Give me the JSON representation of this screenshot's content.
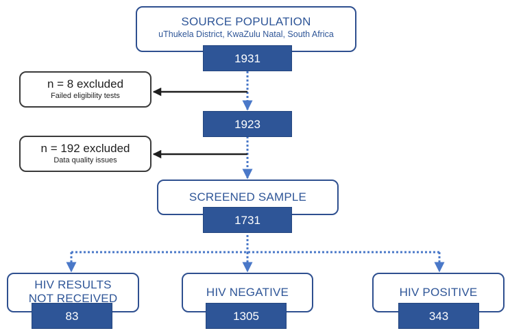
{
  "source": {
    "title": "SOURCE POPULATION",
    "subtitle": "uThukela District, KwaZulu Natal, South Africa",
    "count": "1931"
  },
  "exclusion_1": {
    "main": "n = 8 excluded",
    "note": "Failed eligibility tests"
  },
  "after_eligibility": {
    "count": "1923"
  },
  "exclusion_2": {
    "main": "n = 192 excluded",
    "note": "Data quality issues"
  },
  "screened": {
    "title": "SCREENED SAMPLE",
    "count": "1731"
  },
  "outcomes": [
    {
      "title": "HIV RESULTS NOT RECEIVED",
      "count": "83"
    },
    {
      "title": "HIV NEGATIVE",
      "count": "1305"
    },
    {
      "title": "HIV POSITIVE",
      "count": "343"
    }
  ],
  "colors": {
    "brand_blue": "#2e5597",
    "box_border": "#2e4f8f",
    "dotted_connector": "#4a78c8",
    "exclusion_border": "#3a3a3a",
    "exclusion_arrow": "#1e1e1e"
  }
}
